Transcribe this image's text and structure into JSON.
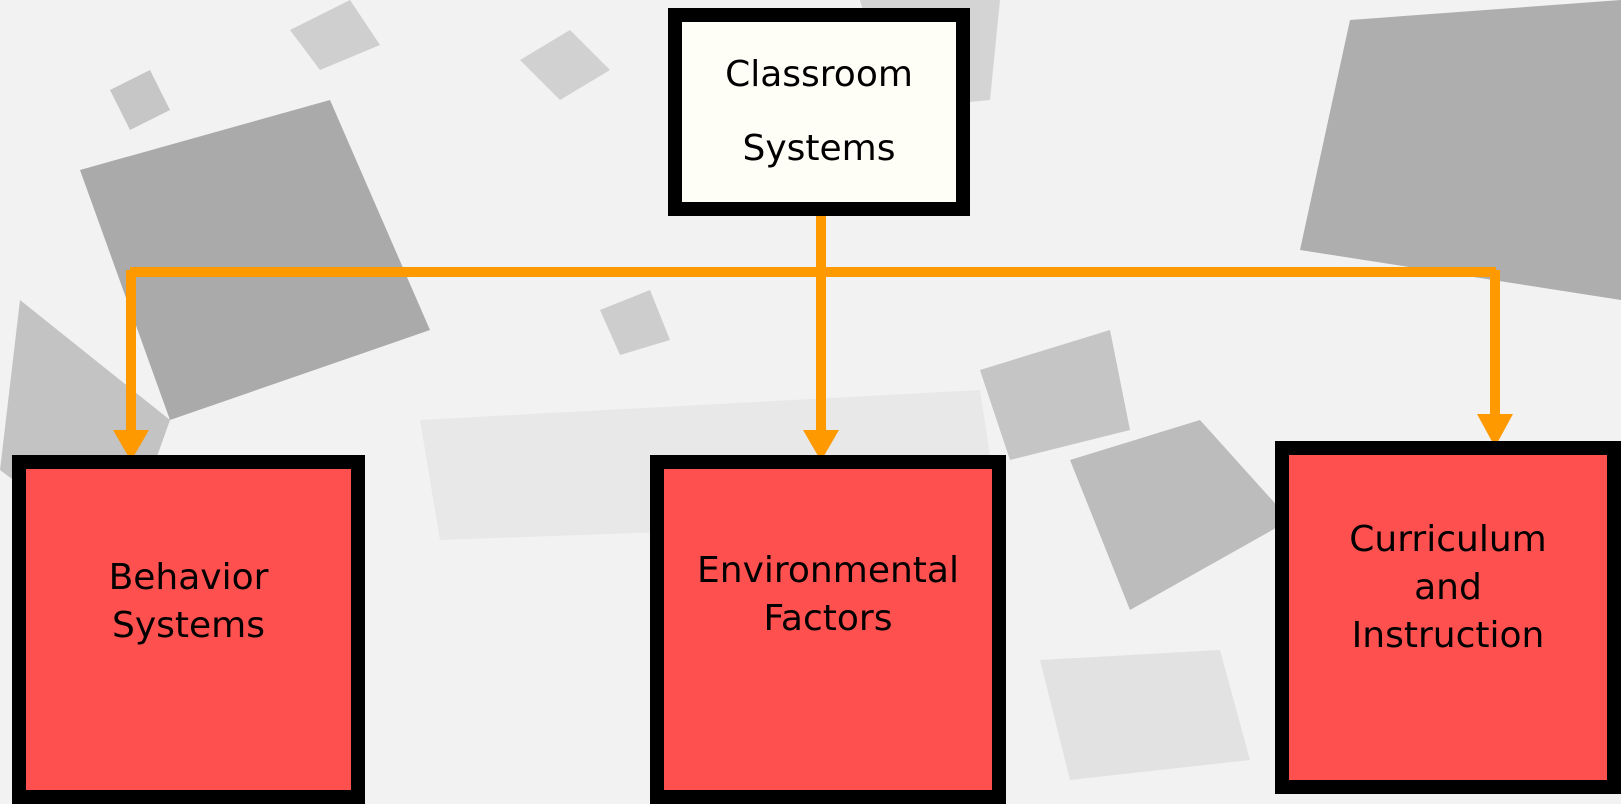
{
  "diagram": {
    "root": {
      "lines": [
        "Classroom",
        "Systems"
      ]
    },
    "children": [
      {
        "lines": [
          "Behavior",
          "Systems"
        ]
      },
      {
        "lines": [
          "Environmental",
          "Factors"
        ]
      },
      {
        "lines": [
          "Curriculum",
          "and",
          "Instruction"
        ]
      }
    ]
  },
  "colors": {
    "connector": "#ff9900",
    "child_fill": "#ff5050",
    "root_fill": "#fffef6",
    "border": "#000000"
  }
}
